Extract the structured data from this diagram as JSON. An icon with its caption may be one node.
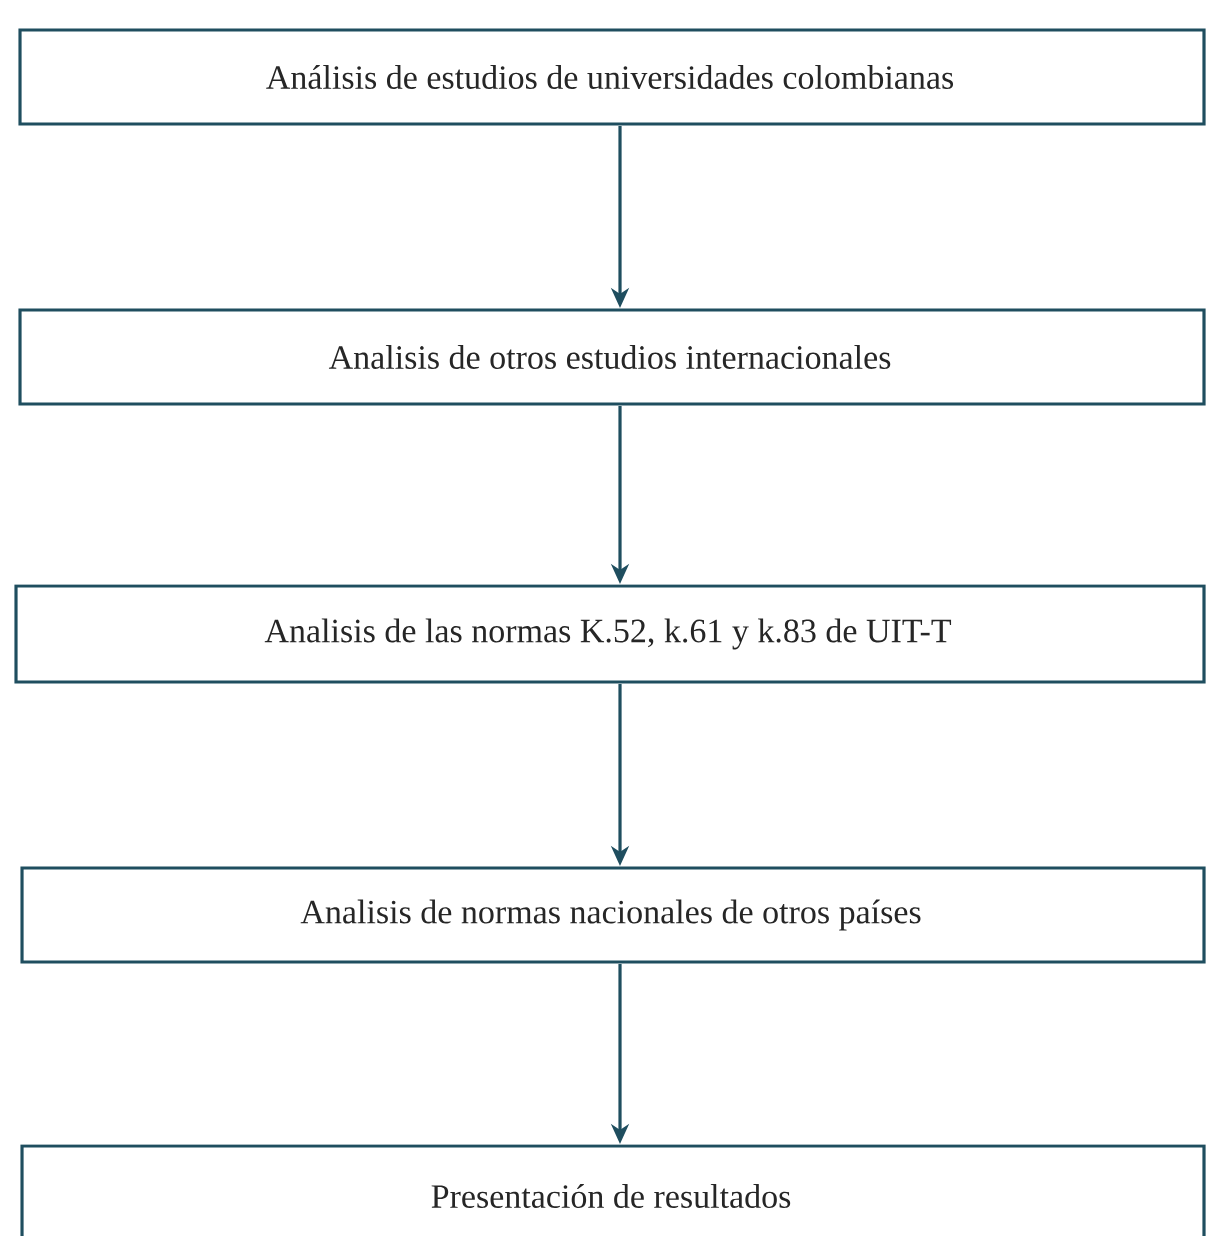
{
  "diagram": {
    "nodes": [
      {
        "text": [
          "Análisis de estudios de universidades colombianas"
        ]
      },
      {
        "text": [
          "Analisis de otros estudios internacionales"
        ]
      },
      {
        "text": [
          "Analisis de las normas K.52, k.61 y k.83 de UIT-T"
        ]
      },
      {
        "text": [
          "Analisis de normas nacionales de otros países"
        ]
      },
      {
        "text": [
          "Presentación de resultados"
        ]
      }
    ],
    "edges": [
      {
        "from": 0,
        "to": 1,
        "arrow": "to"
      },
      {
        "from": 1,
        "to": 2,
        "arrow": "to"
      },
      {
        "from": 2,
        "to": 3,
        "arrow": "to"
      },
      {
        "from": 3,
        "to": 4,
        "arrow": "to"
      }
    ]
  }
}
